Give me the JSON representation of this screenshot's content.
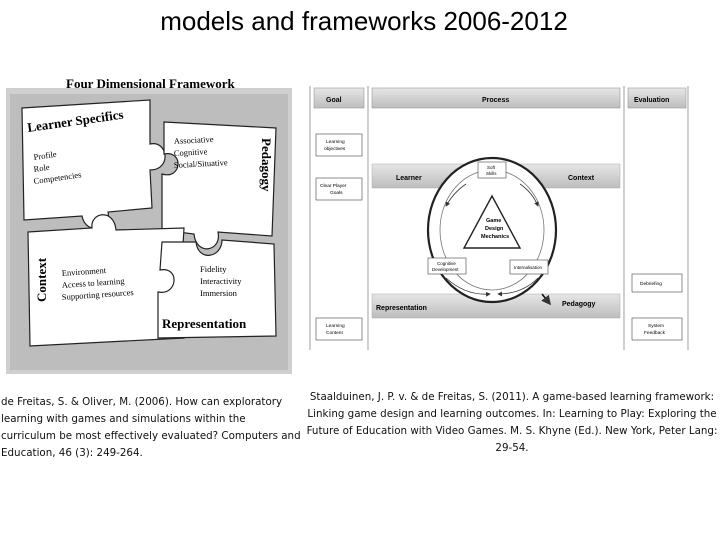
{
  "slide": {
    "title": "models and frameworks 2006-2012"
  },
  "left_figure": {
    "heading": "Four Dimensional Framework",
    "learner": {
      "title": "Learner Specifics",
      "items": [
        "Profile",
        "Role",
        "Competencies"
      ]
    },
    "pedagogy": {
      "title": "Pedagogy",
      "items": [
        "Associative",
        "Cognitive",
        "Social/Situative"
      ]
    },
    "context": {
      "title": "Context",
      "items": [
        "Environment",
        "Access to learning",
        "Supporting resources"
      ]
    },
    "representation": {
      "title": "Representation",
      "items": [
        "Fidelity",
        "Interactivity",
        "Immersion"
      ]
    }
  },
  "right_figure": {
    "headers": {
      "goal": "Goal",
      "process": "Process",
      "evaluation": "Evaluation"
    },
    "boxes": {
      "learning_objectives": [
        "Learning",
        "objectives"
      ],
      "clear_player_goals": [
        "Clear Player",
        "Goals"
      ],
      "learning_content": [
        "Learning",
        "Content"
      ],
      "debriefing": [
        "Debriefing"
      ],
      "system_feedback": [
        "System",
        "Feedback"
      ],
      "soft_skills": [
        "Soft",
        "Skills"
      ],
      "cognitive_development": [
        "Cognitive",
        "Development"
      ],
      "internalisation": [
        "Internalisation"
      ],
      "game_design_mechanics": [
        "Game",
        "Design",
        "Mechanics"
      ]
    },
    "regions": {
      "learner": "Learner",
      "context": "Context",
      "representation": "Representation",
      "pedagogy": "Pedagogy"
    }
  },
  "citations": {
    "left": "de Freitas, S. & Oliver, M. (2006). How can exploratory learning with games and simulations within the curriculum be most effectively evaluated? Computers and Education, 46 (3): 249-264.",
    "right": "Staalduinen, J. P. v. & de Freitas, S. (2011). A game-based learning framework: Linking game design and learning outcomes. In: Learning to Play: Exploring the Future of Education with Video Games. M. S. Khyne (Ed.). New York, Peter Lang: 29-54."
  }
}
